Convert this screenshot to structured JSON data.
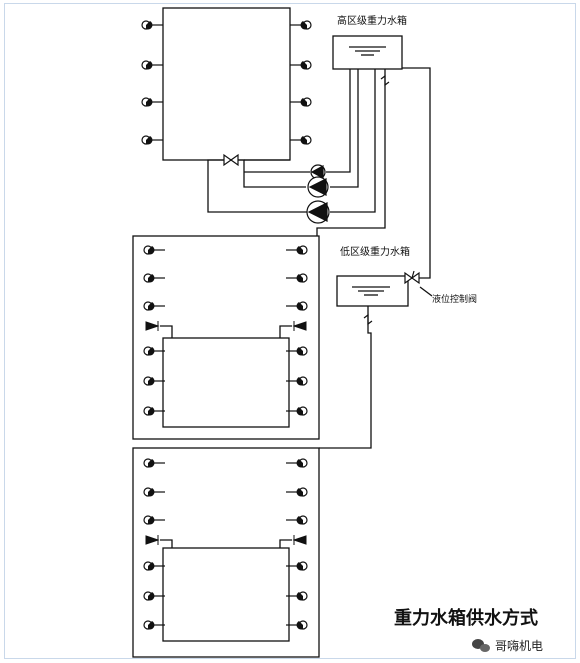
{
  "labels": {
    "high_tank": "高区级重力水箱",
    "low_tank": "低区级重力水箱",
    "level_valve": "液位控制阀",
    "title": "重力水箱供水方式"
  },
  "watermark": {
    "text": "哥嗨机电",
    "icon": "wechat-icon"
  },
  "colors": {
    "line": "#111111",
    "frame_border": "#c9d8ea",
    "background": "#ffffff"
  }
}
